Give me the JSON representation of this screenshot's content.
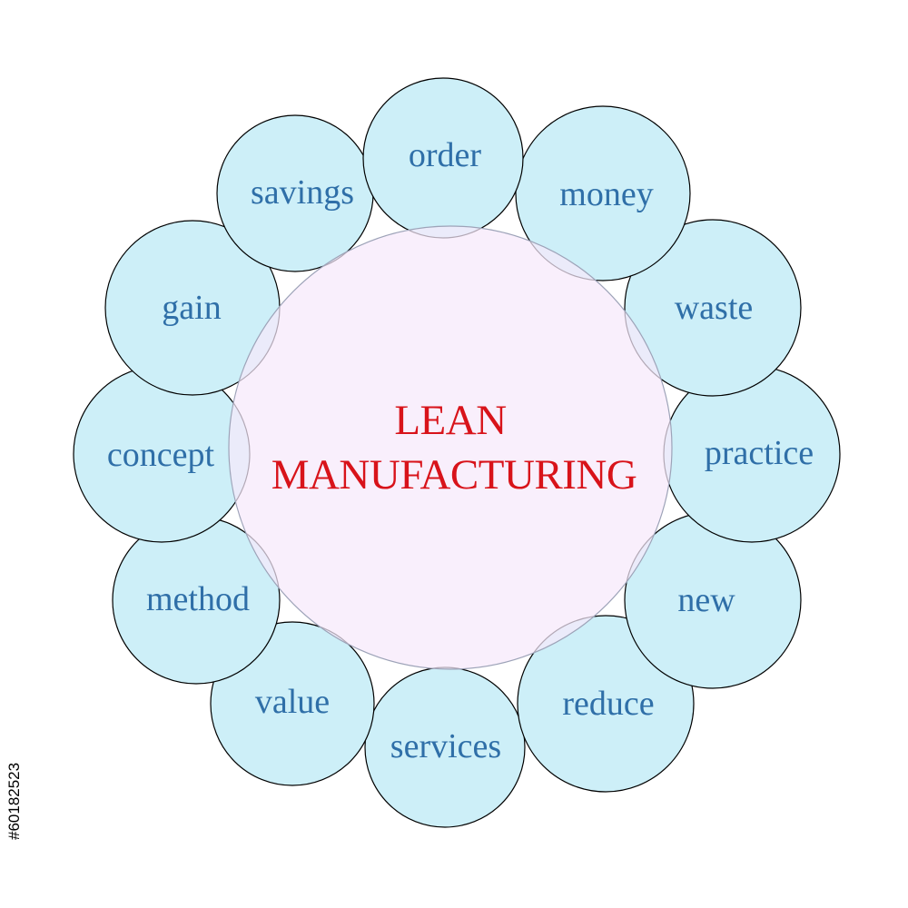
{
  "center": {
    "line1": "LEAN",
    "line2": "MANUFACTURING"
  },
  "outer_items": [
    {
      "label": "order"
    },
    {
      "label": "money"
    },
    {
      "label": "waste"
    },
    {
      "label": "practice"
    },
    {
      "label": "new"
    },
    {
      "label": "reduce"
    },
    {
      "label": "services"
    },
    {
      "label": "value"
    },
    {
      "label": "method"
    },
    {
      "label": "concept"
    },
    {
      "label": "gain"
    },
    {
      "label": "savings"
    }
  ],
  "stock_id": "#60182523",
  "colors": {
    "outer_fill": "#cdeff8",
    "center_fill": "#f7e9fb",
    "outer_text": "#2f6fa8",
    "center_text": "#d8131a",
    "stroke": "#000000",
    "overlap_stroke": "#9da3b8"
  }
}
